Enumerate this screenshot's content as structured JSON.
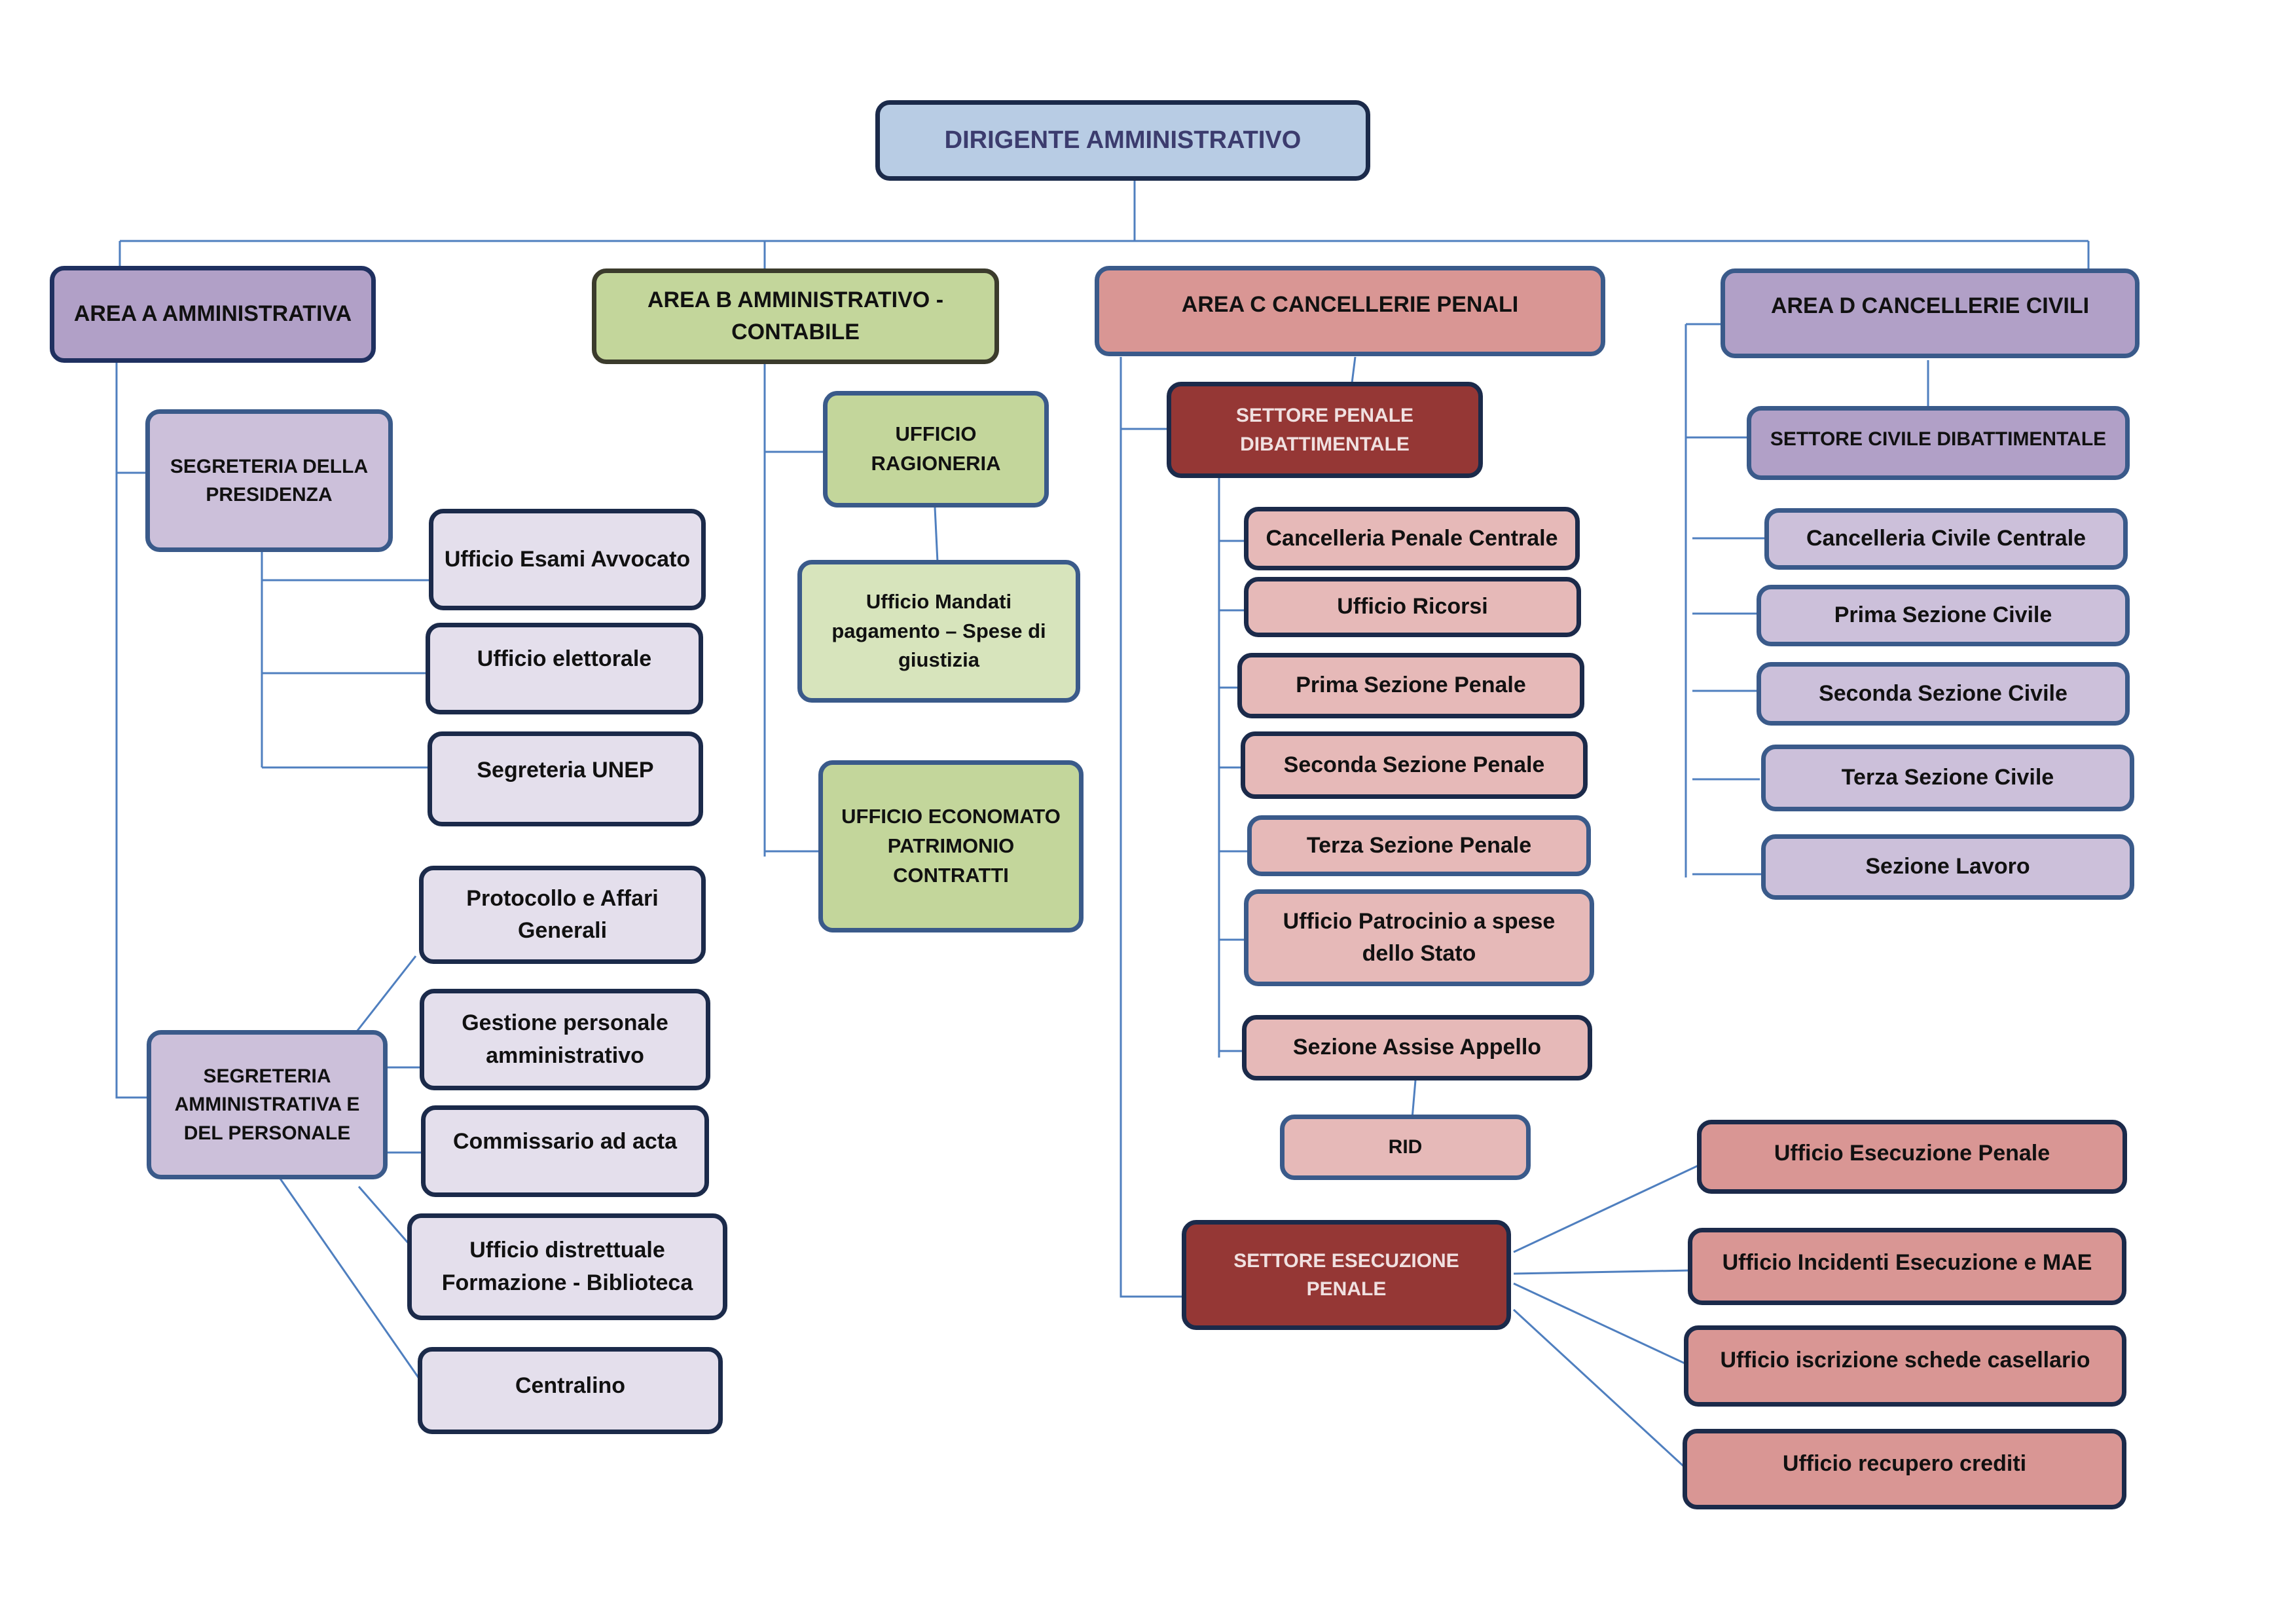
{
  "root": {
    "label": "DIRIGENTE AMMINISTRATIVO"
  },
  "area_a": {
    "label": "AREA A AMMINISTRATIVA",
    "segreteria_presidenza": {
      "label": "SEGRETERIA DELLA PRESIDENZA",
      "items": [
        "Ufficio Esami Avvocato",
        "Ufficio elettorale",
        "Segreteria UNEP"
      ]
    },
    "segreteria_personale": {
      "label": "SEGRETERIA AMMINISTRATIVA E DEL PERSONALE",
      "items": [
        "Protocollo e Affari Generali",
        "Gestione personale amministrativo",
        "Commissario ad acta",
        "Ufficio distrettuale Formazione - Biblioteca",
        "Centralino"
      ]
    }
  },
  "area_b": {
    "label": "AREA B AMMINISTRATIVO - CONTABILE",
    "ragioneria": "UFFICIO RAGIONERIA",
    "mandati": "Ufficio Mandati pagamento – Spese di giustizia",
    "economato": "UFFICIO ECONOMATO PATRIMONIO CONTRATTI"
  },
  "area_c": {
    "label": "AREA C CANCELLERIE PENALI",
    "settore_dibattimentale": {
      "label": "SETTORE PENALE DIBATTIMENTALE",
      "items": [
        "Cancelleria Penale Centrale",
        "Ufficio Ricorsi",
        "Prima Sezione Penale",
        "Seconda Sezione Penale",
        "Terza Sezione Penale",
        "Ufficio Patrocinio a spese dello Stato",
        "Sezione Assise Appello"
      ],
      "rid": "RID"
    },
    "settore_esecuzione": {
      "label": "SETTORE ESECUZIONE PENALE",
      "items": [
        "Ufficio Esecuzione Penale",
        "Ufficio Incidenti Esecuzione e MAE",
        "Ufficio iscrizione schede casellario",
        "Ufficio recupero crediti"
      ]
    }
  },
  "area_d": {
    "label": "AREA D CANCELLERIE CIVILI",
    "settore_civile": "SETTORE CIVILE DIBATTIMENTALE",
    "items": [
      "Cancelleria Civile Centrale",
      "Prima Sezione Civile",
      "Seconda Sezione Civile",
      "Terza Sezione Civile",
      "Sezione Lavoro"
    ]
  },
  "colors": {
    "connector": "#4f7fbf",
    "root_fill": "#b8cce4",
    "area_a_fill": "#b1a0c7",
    "area_b_fill": "#c3d69b",
    "area_c_fill": "#d99694",
    "area_d_fill": "#b1a0c7",
    "settore_penale_fill": "#953735"
  }
}
